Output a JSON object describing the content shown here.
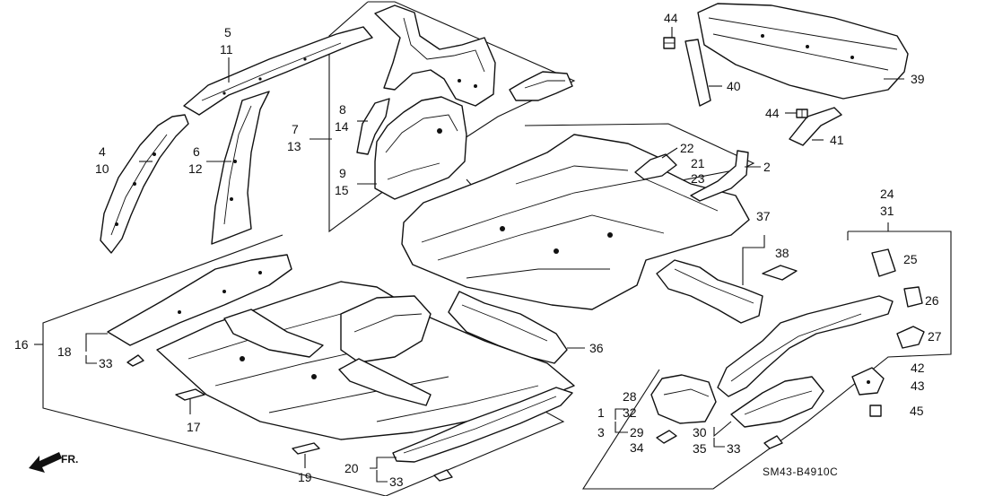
{
  "diagram_code": "SM43-B4910C",
  "direction_label": "FR.",
  "labels": {
    "l5": "5",
    "l11": "11",
    "l4": "4",
    "l10": "10",
    "l6": "6",
    "l12": "12",
    "l7": "7",
    "l13": "13",
    "l8": "8",
    "l14": "14",
    "l9": "9",
    "l15": "15",
    "l44a": "44",
    "l40": "40",
    "l39": "39",
    "l44b": "44",
    "l41": "41",
    "l22": "22",
    "l21": "21",
    "l23": "23",
    "l2": "2",
    "l24": "24",
    "l31": "31",
    "l25": "25",
    "l26": "26",
    "l27": "27",
    "l37": "37",
    "l38": "38",
    "l36": "36",
    "l16": "16",
    "l18": "18",
    "l33a": "33",
    "l17": "17",
    "l19": "19",
    "l20": "20",
    "l33b": "33",
    "l28": "28",
    "l32": "32",
    "l1": "1",
    "l3": "3",
    "l29": "29",
    "l34": "34",
    "l30": "30",
    "l35": "35",
    "l33c": "33",
    "l42": "42",
    "l43": "43",
    "l45": "45"
  }
}
